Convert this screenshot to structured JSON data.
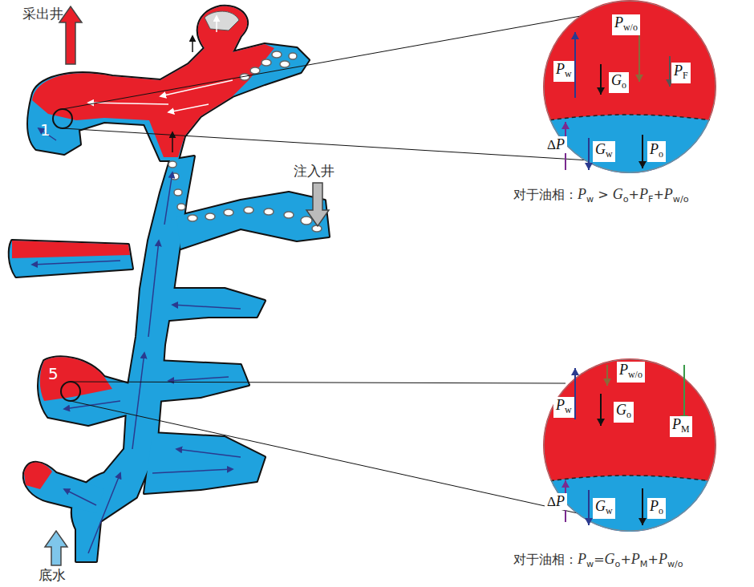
{
  "diagram": {
    "nodes": [
      {
        "text": [
          "Pw",
          "Pw/o",
          "Go",
          "PF",
          "ΔP",
          "Gw",
          "Po",
          "对于油相：Pw > Go+PF+Pw/o"
        ]
      },
      {
        "text": [
          "Pw",
          "Pw/o",
          "Go",
          "PM",
          "ΔP",
          "Gw",
          "Po",
          "对于油相：Pw=Go+PM+Pw/o"
        ]
      }
    ],
    "labels": [
      "采出井",
      "注入井",
      "底水",
      "1",
      "5"
    ]
  }
}
